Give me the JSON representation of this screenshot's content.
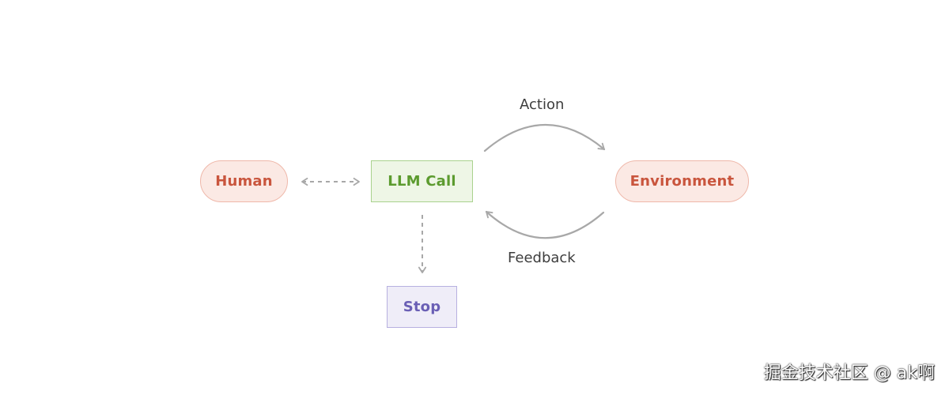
{
  "diagram": {
    "nodes": {
      "human": {
        "label": "Human"
      },
      "llm_call": {
        "label": "LLM Call"
      },
      "environment": {
        "label": "Environment"
      },
      "stop": {
        "label": "Stop"
      }
    },
    "edges": {
      "action": {
        "label": "Action"
      },
      "feedback": {
        "label": "Feedback"
      }
    }
  },
  "watermark": {
    "text": "掘金技术社区 @ ak啊"
  },
  "colors": {
    "human_fill": "#fbe9e4",
    "human_text": "#c9553d",
    "llm_fill": "#eef6e6",
    "llm_text": "#5c9b2f",
    "stop_fill": "#efedf8",
    "stop_text": "#6a5fb5",
    "arrow": "#a8a8a8"
  }
}
